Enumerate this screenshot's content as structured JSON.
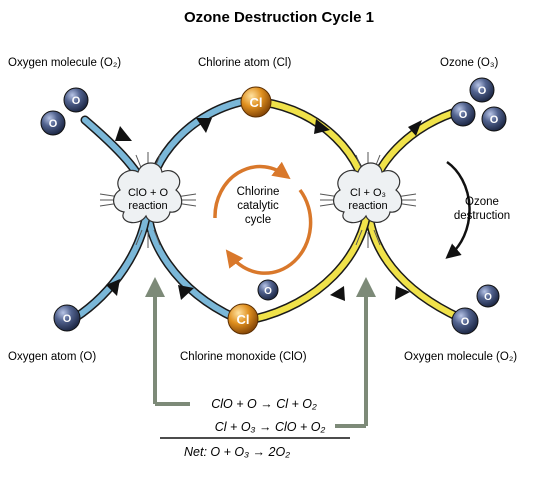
{
  "title": "Ozone Destruction Cycle 1",
  "labels": {
    "oxygen_molecule_top": "Oxygen molecule (O₂)",
    "chlorine_atom": "Chlorine atom (Cl)",
    "ozone": "Ozone (O₃)",
    "oxygen_atom": "Oxygen atom  (O)",
    "chlorine_monoxide": "Chlorine monoxide (ClO)",
    "oxygen_molecule_bottom": "Oxygen molecule (O₂)"
  },
  "reactions": {
    "clo_o_line1": "ClO + O",
    "clo_o_line2": "reaction",
    "cl_o3_line1": "Cl + O₃",
    "cl_o3_line2": "reaction"
  },
  "center_cycle": {
    "line1": "Chlorine",
    "line2": "catalytic",
    "line3": "cycle"
  },
  "ozone_destruction": {
    "line1": "Ozone",
    "line2": "destruction"
  },
  "equations": {
    "eq1": "ClO + O → Cl + O₂",
    "eq2": "Cl + O₃ → ClO + O₂",
    "net": "Net: O + O₃ → 2O₂"
  },
  "atoms": {
    "chlorine": "Cl",
    "oxygen": "O"
  },
  "colors": {
    "blue_path": "#7ab7d8",
    "yellow_path": "#f0e24a",
    "orange_cycle": "#d9782b",
    "chlorine_atom": "#d98a1c",
    "oxygen_atom": "#3f4f77",
    "feedback_arrow": "#7d8a78"
  }
}
